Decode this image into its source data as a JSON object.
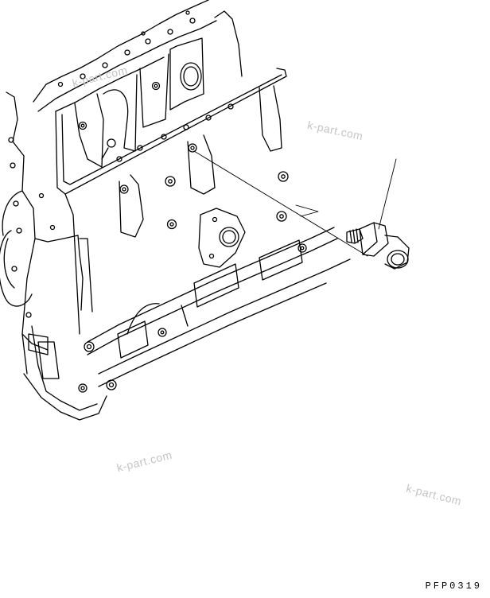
{
  "watermarks": [
    "k-part.com",
    "k-part.com",
    "k-part.com",
    "k-part.com"
  ],
  "reference_code": "PFP0319",
  "colors": {
    "line": "#000000",
    "watermark": "#c4c4c4",
    "background": "#ffffff"
  },
  "parts": {
    "block": "cylinder-block",
    "plug": "threaded-plug"
  }
}
